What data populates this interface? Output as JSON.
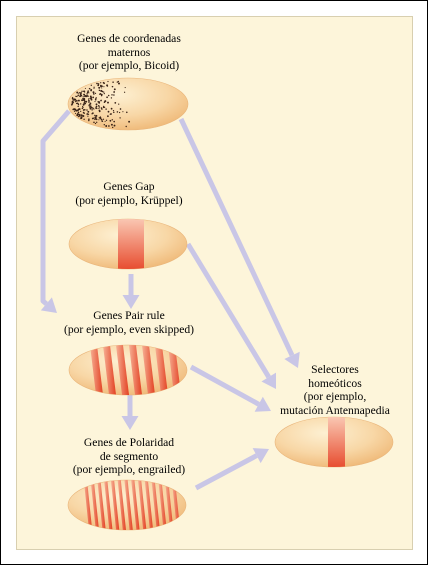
{
  "colors": {
    "background": "#fdf5da",
    "arrow": "#c9c6e6",
    "embryo_body": "#f6c98c",
    "embryo_highlight": "#fdf0d2",
    "stripe": "#e64426"
  },
  "nodes": {
    "maternal": {
      "line1": "Genes de coordenadas",
      "line2": "maternos",
      "line3": "(por ejemplo, Bicoid)"
    },
    "gap": {
      "line1": "Genes Gap",
      "line2": "(por ejemplo, Krüppel)"
    },
    "pair_rule": {
      "line1": "Genes Pair rule",
      "line2": "(por ejemplo, even skipped)"
    },
    "segment_polarity": {
      "line1": "Genes de Polaridad",
      "line2": "de segmento",
      "line3": "(por ejemplo, engrailed)"
    },
    "homeotic": {
      "line1": "Selectores",
      "line2": "homeóticos",
      "line3": "(por ejemplo,",
      "line4": "mutación Antennapedia"
    }
  },
  "edges": [
    {
      "from": "maternal",
      "to": "pair_rule"
    },
    {
      "from": "maternal",
      "to": "homeotic"
    },
    {
      "from": "gap",
      "to": "pair_rule"
    },
    {
      "from": "gap",
      "to": "homeotic"
    },
    {
      "from": "pair_rule",
      "to": "segment_polarity"
    },
    {
      "from": "pair_rule",
      "to": "homeotic"
    },
    {
      "from": "segment_polarity",
      "to": "homeotic"
    }
  ]
}
